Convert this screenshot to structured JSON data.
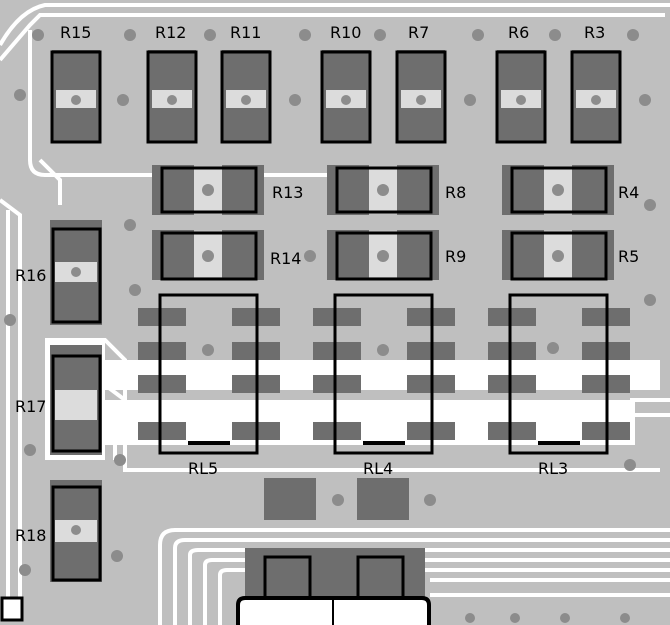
{
  "colors": {
    "board": "#bfbfbf",
    "copper_trace": "#ffffff",
    "pad": "#6e6e6e",
    "via": "#8c8c8c",
    "silkscreen": "#000000"
  },
  "components": {
    "R15": "R15",
    "R12": "R12",
    "R11": "R11",
    "R10": "R10",
    "R7": "R7",
    "R6": "R6",
    "R3": "R3",
    "R13": "R13",
    "R8": "R8",
    "R4": "R4",
    "R14": "R14",
    "R9": "R9",
    "R5": "R5",
    "R16": "R16",
    "R17": "R17",
    "R18": "R18",
    "RL5": "RL5",
    "RL4": "RL4",
    "RL3": "RL3"
  }
}
